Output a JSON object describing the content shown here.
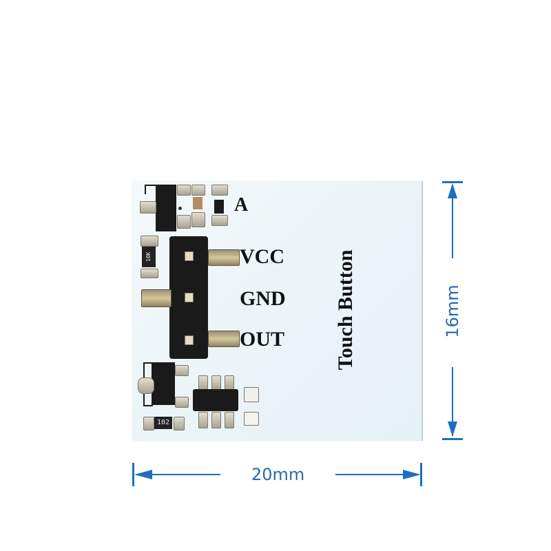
{
  "product": {
    "board_title": "Touch Button",
    "pin_labels": [
      "A",
      "VCC",
      "GND",
      "OUT"
    ],
    "resistor_labels": [
      "10K",
      "102"
    ]
  },
  "dimensions": {
    "width_label": "20mm",
    "height_label": "16mm"
  },
  "colors": {
    "board": "#eaf3f7",
    "dimension_blue": "#1c6fbf",
    "silkscreen": "#111111"
  }
}
